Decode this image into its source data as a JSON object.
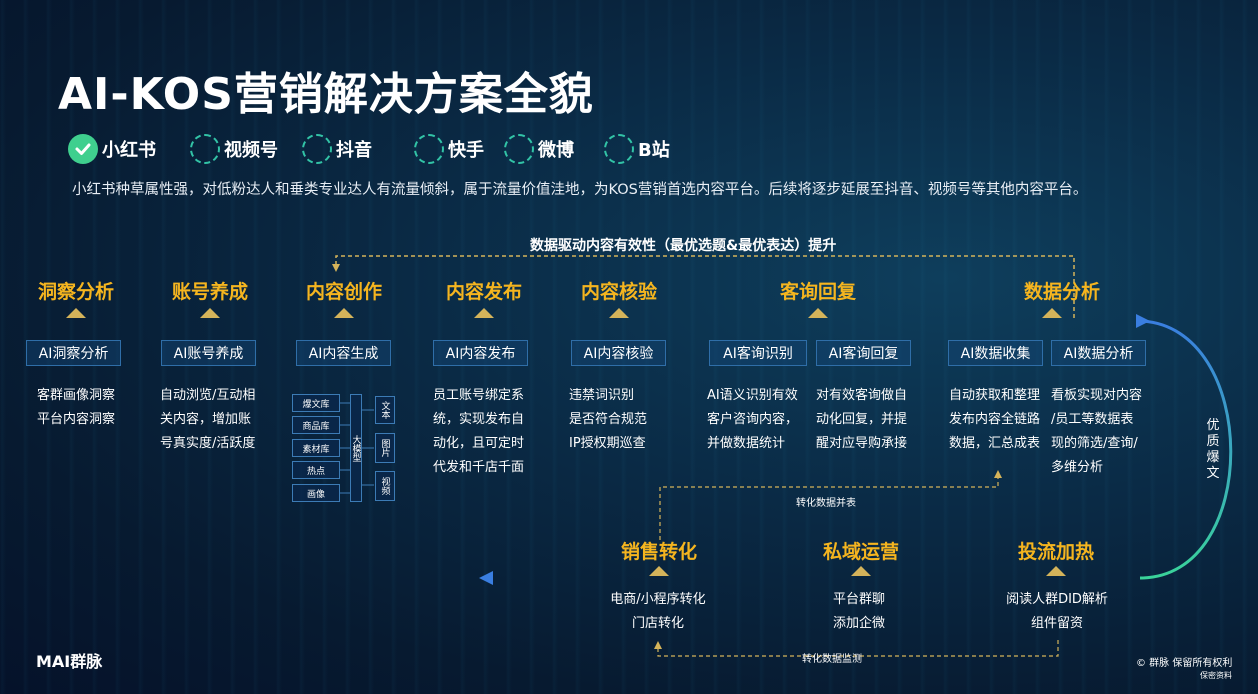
{
  "title": "AI-KOS营销解决方案全貌",
  "platforms": [
    {
      "label": "小红书",
      "active": true
    },
    {
      "label": "视频号",
      "active": false
    },
    {
      "label": "抖音",
      "active": false
    },
    {
      "label": "快手",
      "active": false
    },
    {
      "label": "微博",
      "active": false
    },
    {
      "label": "B站",
      "active": false
    }
  ],
  "description": "小红书种草属性强，对低粉达人和垂类专业达人有流量倾斜，属于流量价值洼地，为KOS营销首选内容平台。后续将逐步延展至抖音、视频号等其他内容平台。",
  "loop_title": "数据驱动内容有效性（最优选题&最优表达）提升",
  "stages": [
    "洞察分析",
    "账号养成",
    "内容创作",
    "内容发布",
    "内容核验",
    "客询回复",
    "数据分析"
  ],
  "modules": [
    "AI洞察分析",
    "AI账号养成",
    "AI内容生成",
    "AI内容发布",
    "AI内容核验",
    "AI客询识别",
    "AI客询回复",
    "AI数据收集",
    "AI数据分析"
  ],
  "details": {
    "insight": [
      "客群画像洞察",
      "平台内容洞察"
    ],
    "account": [
      "自动浏览/互动相",
      "关内容，增加账",
      "号真实度/活跃度"
    ],
    "publish": [
      "员工账号绑定系",
      "统，实现发布自",
      "动化，且可定时",
      "代发和千店千面"
    ],
    "verify": [
      "违禁词识别",
      "是否符合规范",
      "IP授权期巡查"
    ],
    "identify": [
      "AI语义识别有效",
      "客户咨询内容，",
      "并做数据统计"
    ],
    "reply": [
      "对有效客询做自",
      "动化回复，并提",
      "醒对应导购承接"
    ],
    "collect": [
      "自动获取和整理",
      "发布内容全链路",
      "数据，汇总成表"
    ],
    "analyze": [
      "看板实现对内容",
      "/员工等数据表",
      "现的筛选/查询/",
      "多维分析"
    ]
  },
  "content_gen": {
    "libs": [
      "爆文库",
      "商品库",
      "素材库",
      "热点",
      "画像"
    ],
    "model": "大模型",
    "outputs": [
      "文本",
      "图片",
      "视频"
    ]
  },
  "convert_data_label": "转化数据并表",
  "vertical_label": "优质爆文",
  "bottom_stages": [
    "销售转化",
    "私域运营",
    "投流加热"
  ],
  "bottom_details": {
    "sales": [
      "电商/小程序转化",
      "门店转化"
    ],
    "private": [
      "平台群聊",
      "添加企微"
    ],
    "boost": [
      "阅读人群DID解析",
      "组件留资"
    ]
  },
  "monitor_label": "转化数据监测",
  "footer": {
    "logo": "MAI群脉",
    "copyright": "© 群脉 保留所有权利",
    "confidential": "保密资料"
  },
  "colors": {
    "stage": "#f5b51f",
    "arrow_top_start": "#3ad39a",
    "arrow_top_end": "#3a7ee0",
    "dashed": "#d4b35a"
  }
}
